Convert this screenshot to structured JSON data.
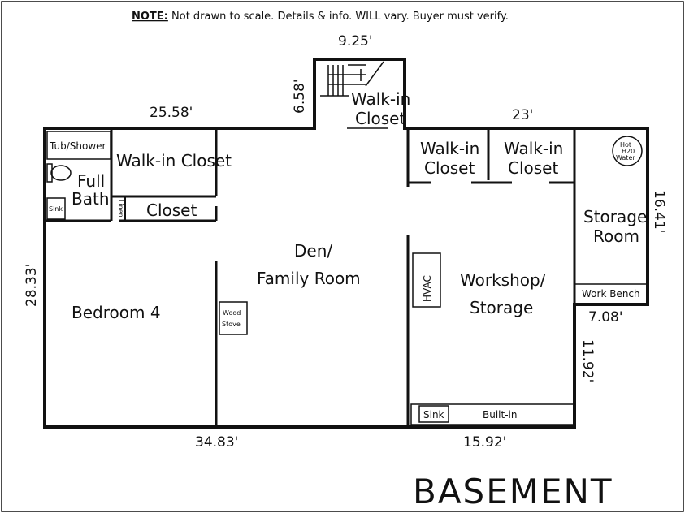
{
  "note": {
    "prefix": "NOTE:",
    "text": " Not drawn to scale. Details & info. WILL vary.  Buyer must verify."
  },
  "title": "BASEMENT",
  "dimensions": {
    "stair_width": "9.25'",
    "stair_depth": "6.58'",
    "top_left_width": "25.58'",
    "top_right_width": "23'",
    "left_height": "28.33'",
    "right_height": "16.41'",
    "storage_step": "7.08'",
    "lower_right_height": "11.92'",
    "bottom_left_width": "34.83'",
    "bottom_right_width": "15.92'"
  },
  "rooms": {
    "tub_shower": "Tub/Shower",
    "full_bath_1": "Full",
    "full_bath_2": "Bath",
    "sink_bath": "Sink",
    "linen": "Linen",
    "walkin_closet_left": "Walk-in Closet",
    "closet": "Closet",
    "walkin_stair_1": "Walk-in",
    "walkin_stair_2": "Closet",
    "walkin_a_1": "Walk-in",
    "walkin_a_2": "Closet",
    "walkin_b_1": "Walk-in",
    "walkin_b_2": "Closet",
    "hot_water_1": "Hot",
    "hot_water_2": "H20",
    "hot_water_3": "Water",
    "storage_1": "Storage",
    "storage_2": "Room",
    "work_bench": "Work Bench",
    "den_1": "Den/",
    "den_2": "Family Room",
    "bedroom": "Bedroom 4",
    "wood_stove_1": "Wood",
    "wood_stove_2": "Stove",
    "hvac": "HVAC",
    "workshop_1": "Workshop/",
    "workshop_2": "Storage",
    "sink_workshop": "Sink",
    "built_in": "Built-in"
  }
}
